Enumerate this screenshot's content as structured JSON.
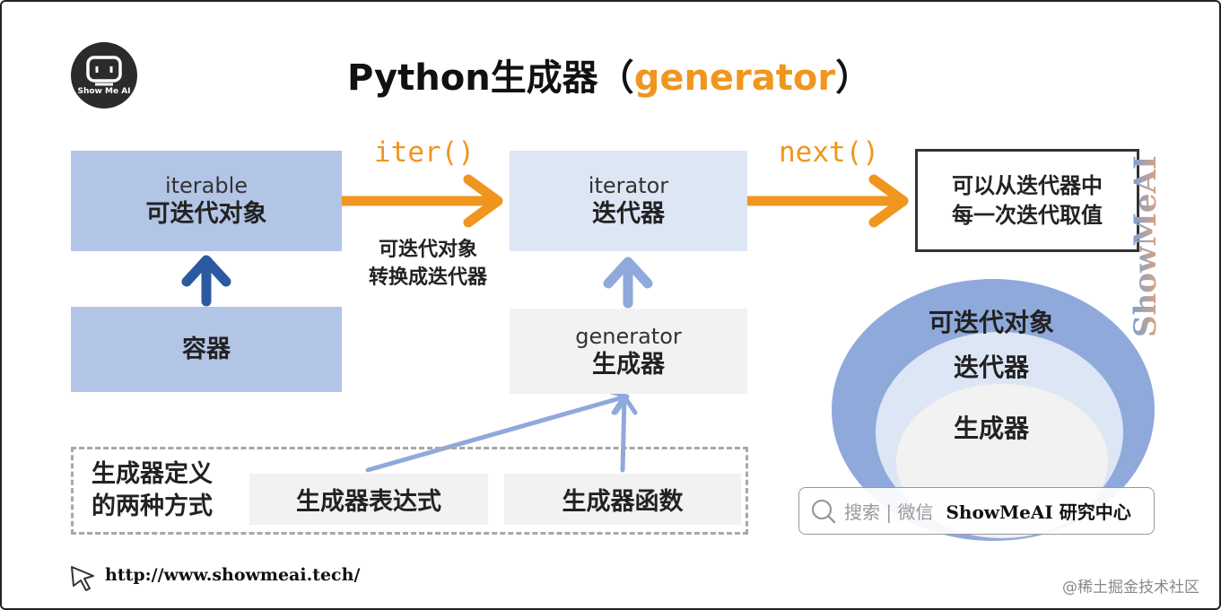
{
  "title": {
    "prefix": "Python生成器（",
    "accent": "generator",
    "suffix": "）"
  },
  "logo": {
    "text": "Show Me AI"
  },
  "iterable": {
    "en": "iterable",
    "zh": "可迭代对象"
  },
  "container": {
    "zh": "容器"
  },
  "iterator": {
    "en": "iterator",
    "zh": "迭代器"
  },
  "generator": {
    "en": "generator",
    "zh": "生成器"
  },
  "result": {
    "line1": "可以从迭代器中",
    "line2": "每一次迭代取值"
  },
  "functions": {
    "iter": "iter()",
    "next": "next()"
  },
  "conversion": {
    "line1": "可迭代对象",
    "line2": "转换成迭代器"
  },
  "ways": {
    "label_line1": "生成器定义",
    "label_line2": "的两种方式",
    "expression": "生成器表达式",
    "function": "生成器函数"
  },
  "rings": {
    "outer": "可迭代对象",
    "middle": "迭代器",
    "inner": "生成器"
  },
  "search": {
    "text": "搜索 | 微信",
    "brand": "ShowMeAI 研究中心"
  },
  "watermark": "ShowMeAI",
  "url": "http://www.showmeai.tech/",
  "credit": "@稀土掘金技术社区",
  "colors": {
    "accent": "#f0961e",
    "box_blue": "#b3c5e6",
    "box_light": "#dde6f4",
    "arrow_dark": "#2c5aa0",
    "arrow_light": "#8fa9db"
  }
}
